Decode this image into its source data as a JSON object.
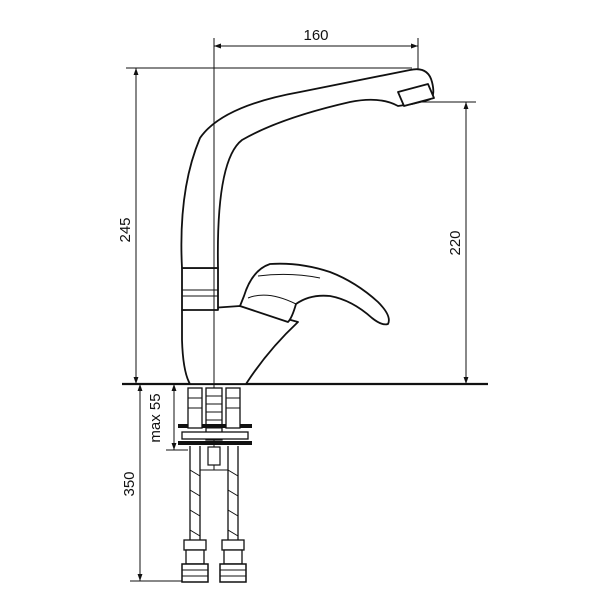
{
  "dimensions": {
    "spout_reach": "160",
    "total_height": "245",
    "spout_height": "220",
    "max_thickness": "max 55",
    "hose_length": "350"
  },
  "colors": {
    "line": "#111111",
    "background": "#ffffff"
  }
}
